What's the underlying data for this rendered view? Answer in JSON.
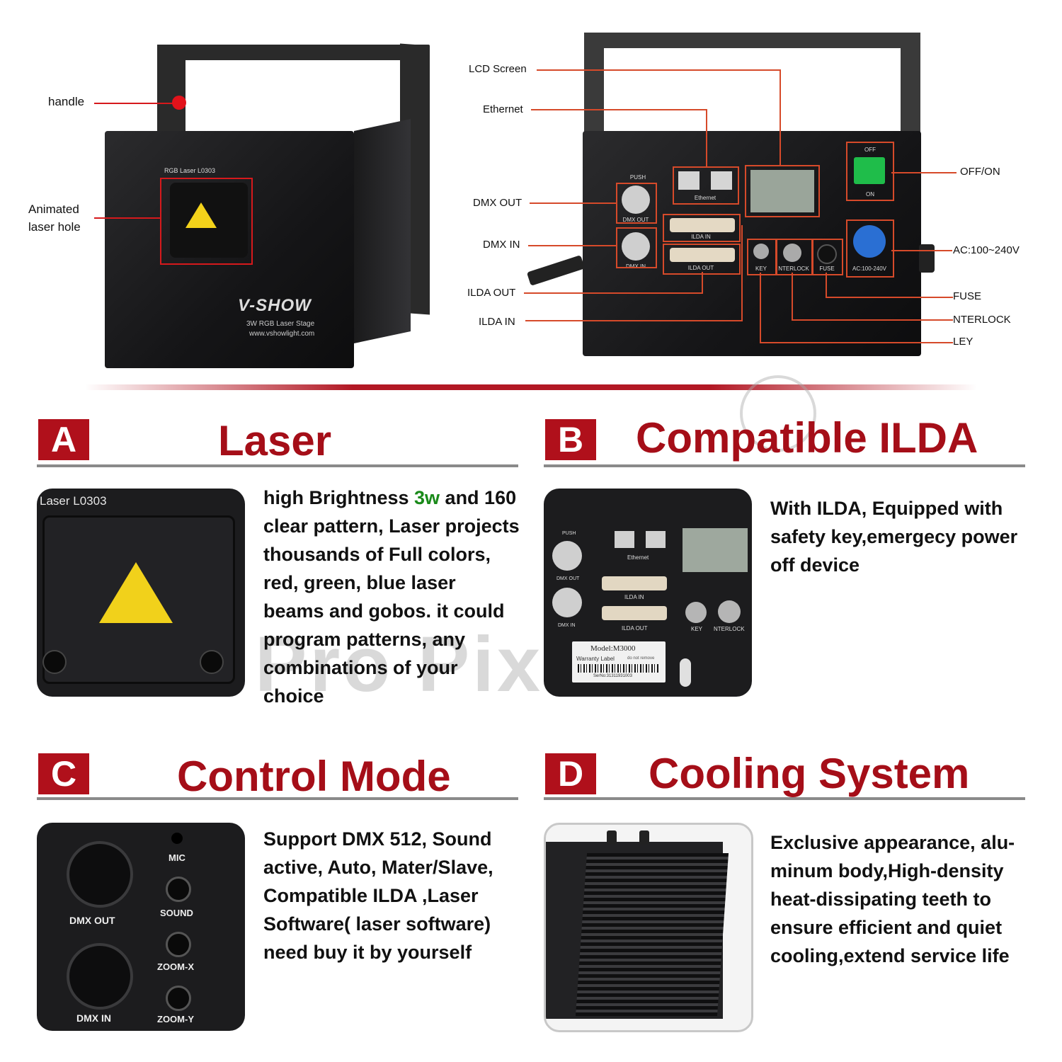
{
  "top_left": {
    "callouts": {
      "handle": "handle",
      "laser_hole_line1": "Animated",
      "laser_hole_line2": "laser hole"
    },
    "model_label": "RGB Laser L0303",
    "brand": "V-SHOW",
    "brand_sub": "3W RGB Laser Stage",
    "brand_url": "www.vshowlight.com"
  },
  "top_right": {
    "callouts_left": {
      "lcd": "LCD Screen",
      "ethernet": "Ethernet",
      "dmx_out": "DMX OUT",
      "dmx_in": "DMX IN",
      "ilda_out": "ILDA OUT",
      "ilda_in": "ILDA IN"
    },
    "callouts_right": {
      "off_on": "OFF/ON",
      "ac": "AC:100~240V",
      "fuse": "FUSE",
      "interlock": "NTERLOCK",
      "key": "LEY"
    },
    "panel_labels": {
      "push": "PUSH",
      "ethernet": "Ethernet",
      "dmx_out": "DMX OUT",
      "dmx_in": "DMX IN",
      "ilda_in": "ILDA IN",
      "ilda_out": "ILDA OUT",
      "key": "KEY",
      "interlock": "NTERLOCK",
      "fuse": "FUSE",
      "ac": "AC:100-240V",
      "off": "OFF",
      "on": "ON"
    }
  },
  "watermark": "Pro Pixel",
  "sections": {
    "a": {
      "letter": "A",
      "title": "Laser",
      "photo_label": "Laser L0303",
      "desc_before": "high Brightness ",
      "desc_highlight": "3w",
      "desc_after": " and 160 clear pattern, Laser projects thousands of Full colors, red, green, blue laser beams and gobos. it could program patterns, any combinations of your choice"
    },
    "b": {
      "letter": "B",
      "title": "Compatible ILDA",
      "desc": "With ILDA, Equipped with safety key,emergecy power off device",
      "photo_labels": {
        "push": "PUSH",
        "ethernet": "Ethernet",
        "dmx_out": "DMX OUT",
        "dmx_in": "DMX IN",
        "ilda_in": "ILDA IN",
        "ilda_out": "ILDA OUT",
        "key": "KEY",
        "interlock": "NTERLOCK",
        "model": "Model:M3000",
        "warranty": "Warranty Label",
        "no_remove": "do not remove",
        "serial": "SerNo:31311931003"
      }
    },
    "c": {
      "letter": "C",
      "title": "Control Mode",
      "desc": "Support DMX 512, Sound active, Auto, Mater/Slave, Compatible ILDA ,Laser Software(  laser software) need buy it by yourself",
      "photo_labels": {
        "dmx_out": "DMX OUT",
        "dmx_in": "DMX IN",
        "mic": "MIC",
        "sound": "SOUND",
        "zoom_x": "ZOOM-X",
        "zoom_y": "ZOOM-Y"
      }
    },
    "d": {
      "letter": "D",
      "title": "Cooling System",
      "desc": "Exclusive appearance, alu-minum body,High-density heat-dissipating teeth to ensure efficient and quiet cooling,extend service life"
    }
  },
  "colors": {
    "accent_red": "#a50e18",
    "letter_box": "#b0101b",
    "callout_line": "#d64a2a",
    "highlight_green": "#1a8a1a"
  }
}
